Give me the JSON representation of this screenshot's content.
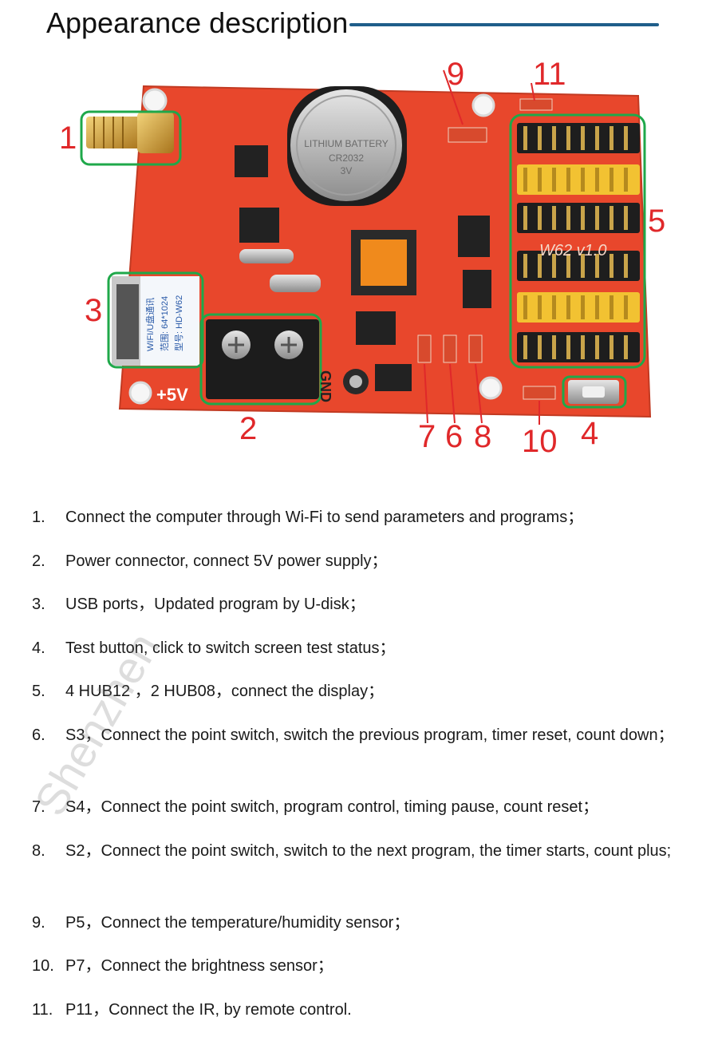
{
  "header": {
    "title": "Appearance description"
  },
  "board": {
    "callouts": [
      "1",
      "2",
      "3",
      "4",
      "5",
      "6",
      "7",
      "8",
      "9",
      "10",
      "11"
    ],
    "label_5v": "+5V",
    "label_gnd": "GND",
    "label_model": "W62 v1.0",
    "battery_text": [
      "LITHIUM BATTERY",
      "CR2032",
      "3V"
    ],
    "usb_text": [
      "WIFI/U盘通讯",
      "范围: 64*1024",
      "型号: HD-W62"
    ]
  },
  "items": [
    {
      "num": "1.",
      "text": "Connect the computer through Wi-Fi to send parameters and programs；"
    },
    {
      "num": "2.",
      "text": "Power connector, connect 5V power supply；"
    },
    {
      "num": "3.",
      "text": "USB ports，Updated program by U-disk；"
    },
    {
      "num": "4.",
      "text": "Test button, click to switch screen test status；"
    },
    {
      "num": "5.",
      "text": "4 HUB12 ，2 HUB08，connect the display；"
    },
    {
      "num": "6.",
      "text": "S3，Connect the point switch, switch the previous program, timer reset, count down；"
    },
    {
      "num": "7.",
      "text": "S4，Connect the point switch, program control, timing pause, count reset；"
    },
    {
      "num": "8.",
      "text": "S2，Connect the point switch, switch to the next program, the timer starts, count plus;"
    },
    {
      "num": "9.",
      "text": "P5，Connect the temperature/humidity sensor；"
    },
    {
      "num": "10.",
      "text": "P7，Connect the brightness sensor；"
    },
    {
      "num": "11.",
      "text": "P11，Connect the IR, by remote control."
    }
  ],
  "watermark": "Shenzhen",
  "colors": {
    "board": "#e8472c",
    "highlight": "#1fa84a",
    "callout": "#e0282a",
    "rule": "#1f5e8a"
  }
}
